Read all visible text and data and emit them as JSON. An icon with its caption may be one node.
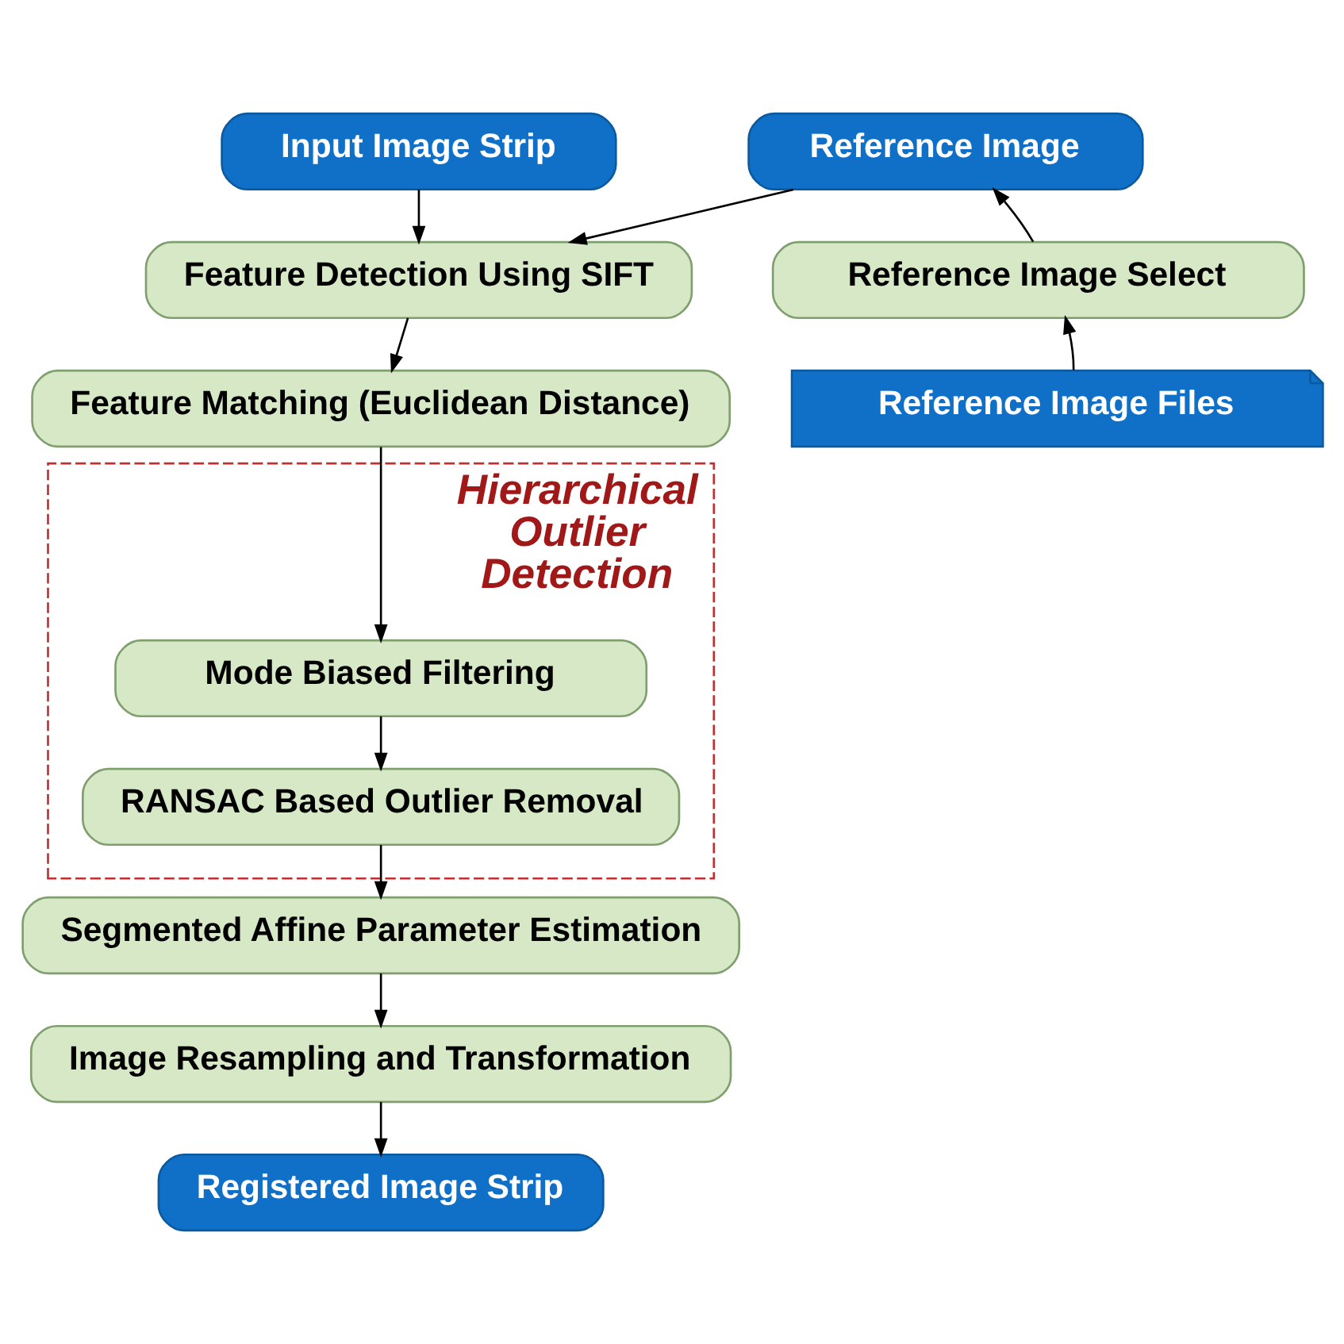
{
  "diagram": {
    "nodes": [
      {
        "text": [
          "Input Image Strip"
        ]
      },
      {
        "text": [
          "Reference Image"
        ]
      },
      {
        "text": [
          "Reference Image Select"
        ]
      },
      {
        "text": [
          "Reference Image Files"
        ]
      },
      {
        "text": [
          "Feature Detection Using SIFT"
        ]
      },
      {
        "text": [
          "Feature Matching (Euclidean Distance)"
        ]
      },
      {
        "text": [
          "Hierarchical Outlier Detection"
        ]
      },
      {
        "text": [
          "Mode Biased Filtering"
        ],
        "in": 6
      },
      {
        "text": [
          "RANSAC Based Outlier Removal"
        ],
        "in": 6
      },
      {
        "text": [
          "Segmented Affine Parameter Estimation"
        ]
      },
      {
        "text": [
          "Image Resampling and Transformation"
        ]
      },
      {
        "text": [
          "Registered Image Strip"
        ]
      }
    ],
    "edges": [
      {
        "from": 0,
        "to": 4,
        "arrow": "to"
      },
      {
        "from": 1,
        "to": 4,
        "arrow": "to"
      },
      {
        "from": 2,
        "to": 1,
        "arrow": "to"
      },
      {
        "from": 3,
        "to": 2,
        "arrow": "to"
      },
      {
        "from": 4,
        "to": 5,
        "arrow": "to"
      },
      {
        "from": 5,
        "to": 7,
        "arrow": "to"
      },
      {
        "from": 7,
        "to": 8,
        "arrow": "to"
      },
      {
        "from": 8,
        "to": 9,
        "arrow": "to"
      },
      {
        "from": 9,
        "to": 10,
        "arrow": "to"
      },
      {
        "from": 10,
        "to": 11,
        "arrow": "to"
      }
    ]
  }
}
